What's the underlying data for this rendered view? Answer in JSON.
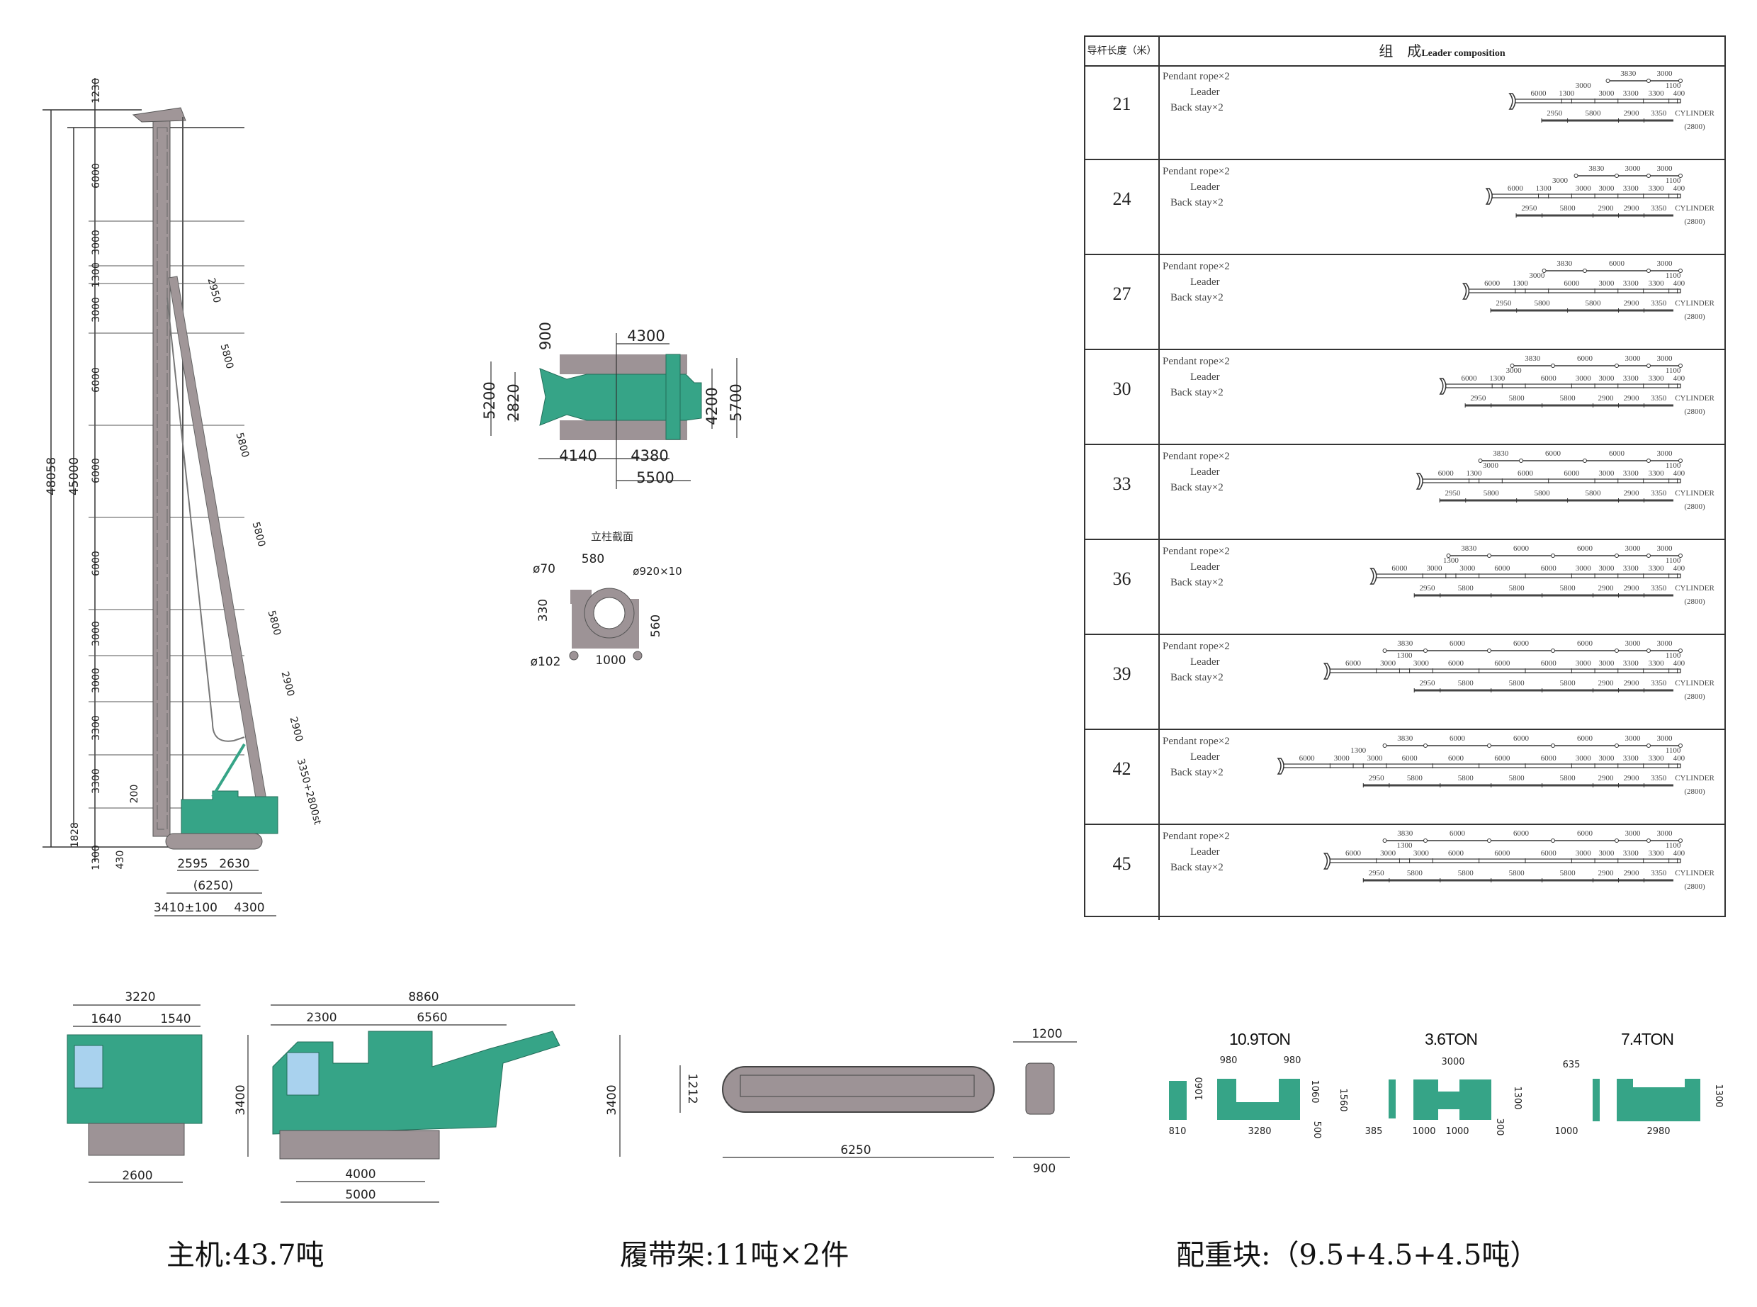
{
  "colors": {
    "green": "#36a487",
    "grey": "#9d9396",
    "line": "#333333"
  },
  "elevation": {
    "vertical_dims": [
      "1230",
      "6000",
      "3000",
      "1300",
      "3000",
      "6000",
      "6000",
      "6000",
      "3000",
      "3000",
      "3300",
      "3300",
      "1300"
    ],
    "total_height": "48058",
    "leader_height": "45000",
    "base_height": "1828",
    "small_200": "200",
    "small_430": "430",
    "backstay_dims": [
      "2950",
      "5800",
      "5800",
      "5800",
      "5800",
      "2900",
      "2900",
      "3350+2800st"
    ],
    "bottom_dims": {
      "d2595": "2595",
      "d2630": "2630",
      "d6250": "(6250)",
      "d3410": "3410±100",
      "d4300": "4300"
    }
  },
  "top_view": {
    "d900": "900",
    "d4300": "4300",
    "d5200": "5200",
    "d2820": "2820",
    "d4200": "4200",
    "d5700": "5700",
    "d4140": "4140",
    "d4380": "4380",
    "d5500": "5500"
  },
  "cross_section": {
    "title": "立柱截面",
    "d70": "ø70",
    "d580": "580",
    "d920": "ø920×10",
    "d330": "330",
    "d560": "560",
    "d102": "ø102",
    "d1000": "1000"
  },
  "front_view": {
    "d3220": "3220",
    "d1640": "1640",
    "d1540": "1540",
    "d2600": "2600",
    "d3400": "3400"
  },
  "side_view": {
    "d8860": "8860",
    "d2300": "2300",
    "d6560": "6560",
    "d3400": "3400",
    "d4000": "4000",
    "d5000": "5000"
  },
  "crawler": {
    "d1212": "1212",
    "d6250": "6250",
    "d1200": "1200",
    "d900": "900"
  },
  "counterweights": {
    "w1": {
      "label": "10.9TON",
      "a": "980",
      "b": "980",
      "c": "1060",
      "d": "1060",
      "e": "1560",
      "f": "810",
      "g": "3280",
      "h": "500"
    },
    "w2": {
      "label": "3.6TON",
      "a": "3000",
      "b": "1300",
      "c": "385",
      "d": "1000",
      "e": "1000",
      "f": "300"
    },
    "w3": {
      "label": "7.4TON",
      "a": "635",
      "b": "1300",
      "c": "1000",
      "d": "2980"
    }
  },
  "captions": {
    "main": "主机:43.7吨",
    "crawler": "履带架:11吨×2件",
    "counterweight": "配重块:（9.5+4.5+4.5吨）"
  },
  "table": {
    "header_length": "导杆长度（米）",
    "header_comp": "组　成",
    "header_comp_en": "Leader composition",
    "label_pendant": "Pendant rope×2",
    "label_leader": "Leader",
    "label_backstay": "Back stay×2",
    "cylinder": "CYLINDER",
    "cylinder_stroke": "(2800)",
    "rows": [
      {
        "length": "21",
        "pendant": [
          3830,
          3000
        ],
        "leader": [
          6000,
          1300,
          3000,
          3000,
          3300,
          3300,
          1100,
          400
        ],
        "backstay": [
          2950,
          5800,
          2900,
          3350
        ]
      },
      {
        "length": "24",
        "pendant": [
          3830,
          3000,
          3000
        ],
        "leader": [
          6000,
          1300,
          3000,
          3000,
          3000,
          3300,
          3300,
          1100,
          400
        ],
        "backstay": [
          2950,
          5800,
          2900,
          2900,
          3350
        ]
      },
      {
        "length": "27",
        "pendant": [
          3830,
          6000,
          3000
        ],
        "leader": [
          6000,
          1300,
          3000,
          6000,
          3000,
          3300,
          3300,
          1100,
          400
        ],
        "backstay": [
          2950,
          5800,
          5800,
          2900,
          3350
        ]
      },
      {
        "length": "30",
        "pendant": [
          3830,
          6000,
          3000,
          3000
        ],
        "leader": [
          6000,
          1300,
          3000,
          6000,
          3000,
          3000,
          3300,
          3300,
          1100,
          400
        ],
        "backstay": [
          2950,
          5800,
          5800,
          2900,
          2900,
          3350
        ]
      },
      {
        "length": "33",
        "pendant": [
          3830,
          6000,
          6000,
          3000
        ],
        "leader": [
          6000,
          1300,
          3000,
          6000,
          6000,
          3000,
          3300,
          3300,
          1100,
          400
        ],
        "backstay": [
          2950,
          5800,
          5800,
          5800,
          2900,
          3350
        ]
      },
      {
        "length": "36",
        "pendant": [
          3830,
          6000,
          6000,
          3000,
          3000
        ],
        "leader": [
          6000,
          3000,
          1300,
          3000,
          6000,
          6000,
          3000,
          3000,
          3300,
          3300,
          1100,
          400
        ],
        "backstay": [
          2950,
          5800,
          5800,
          5800,
          2900,
          2900,
          3350
        ]
      },
      {
        "length": "39",
        "pendant": [
          3830,
          6000,
          6000,
          6000,
          3000,
          3000
        ],
        "leader": [
          6000,
          3000,
          1300,
          3000,
          6000,
          6000,
          6000,
          3000,
          3000,
          3300,
          3300,
          1100,
          400
        ],
        "backstay": [
          2950,
          5800,
          5800,
          5800,
          2900,
          2900,
          3350
        ]
      },
      {
        "length": "42",
        "pendant": [
          3830,
          6000,
          6000,
          6000,
          3000,
          3000
        ],
        "leader": [
          6000,
          3000,
          1300,
          3000,
          6000,
          6000,
          6000,
          6000,
          3000,
          3000,
          3300,
          3300,
          1100,
          400
        ],
        "backstay": [
          2950,
          5800,
          5800,
          5800,
          5800,
          2900,
          2900,
          3350
        ]
      },
      {
        "length": "45",
        "pendant": [
          3830,
          6000,
          6000,
          6000,
          3000,
          3000
        ],
        "leader": [
          6000,
          3000,
          1300,
          3000,
          6000,
          6000,
          6000,
          3000,
          3000,
          3300,
          3300,
          1100,
          400
        ],
        "backstay": [
          2950,
          5800,
          5800,
          5800,
          5800,
          2900,
          2900,
          3350
        ]
      }
    ]
  }
}
